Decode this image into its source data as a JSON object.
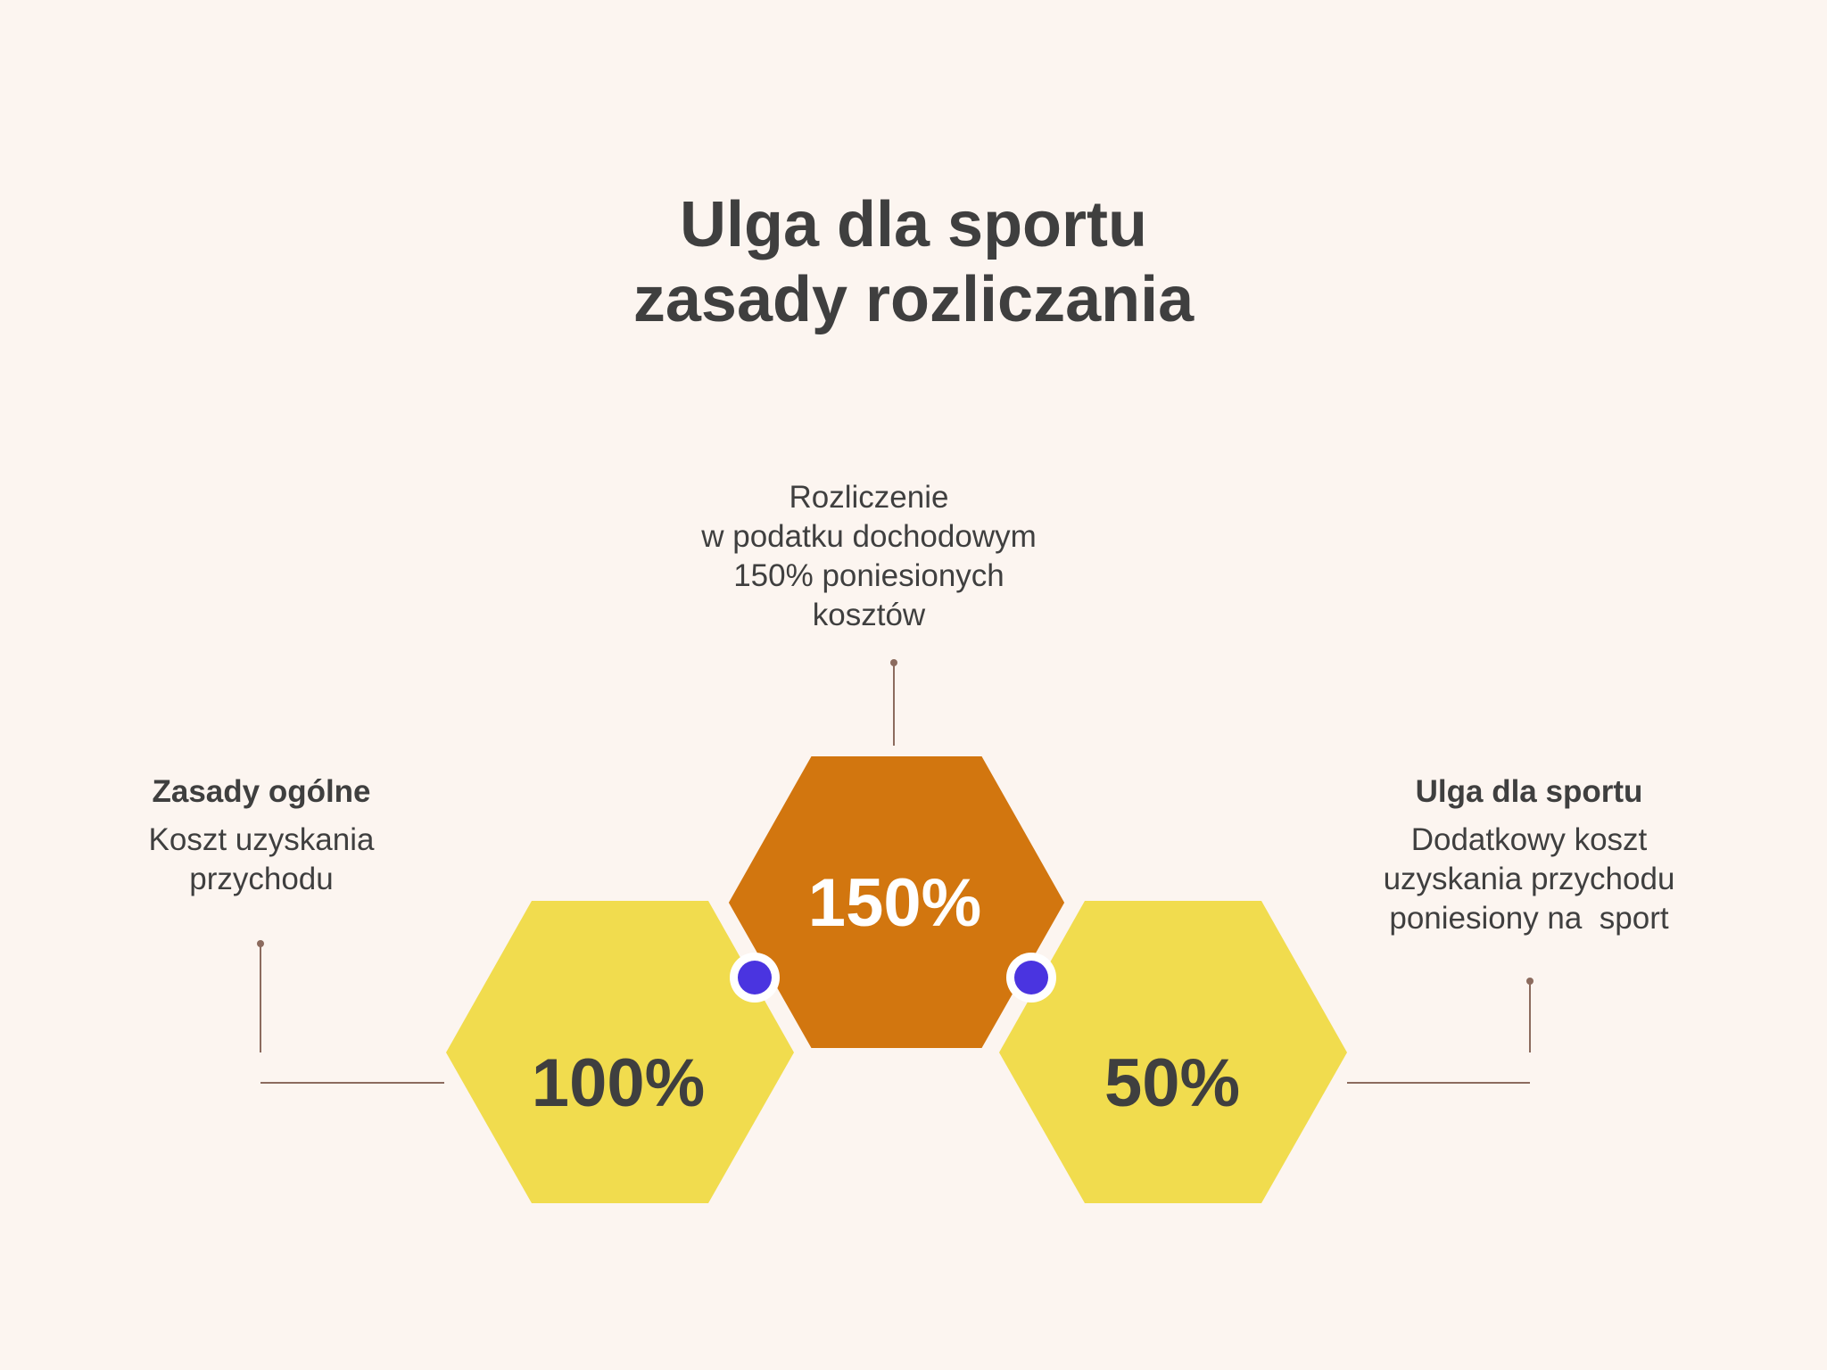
{
  "title": {
    "line1": "Ulga dla sportu",
    "line2": "zasady rozliczania"
  },
  "colors": {
    "background": "#fcf5f0",
    "hex_yellow": "#f1dc4e",
    "hex_orange": "#d2760f",
    "connector_dot": "#4a34e0",
    "leader_line": "#8c6b5e",
    "text": "#3f3f3f"
  },
  "hexagons": {
    "center": {
      "value": "150%"
    },
    "left": {
      "value": "100%"
    },
    "right": {
      "value": "50%"
    }
  },
  "captions": {
    "center": {
      "lines": [
        "Rozliczenie",
        "w podatku dochodowym",
        "150% poniesionych",
        "kosztów"
      ]
    },
    "left": {
      "heading": "Zasady ogólne",
      "lines": [
        "Koszt uzyskania",
        "przychodu"
      ]
    },
    "right": {
      "heading": "Ulga dla sportu",
      "lines": [
        "Dodatkowy koszt",
        "uzyskania przychodu",
        "poniesiony na  sport"
      ]
    }
  }
}
